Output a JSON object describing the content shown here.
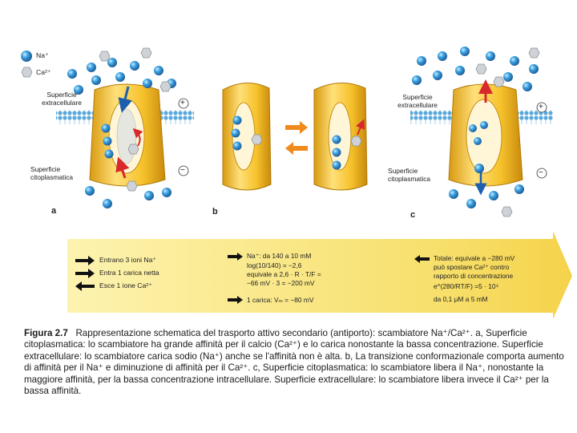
{
  "legend": {
    "na_label": "Na⁺",
    "ca_label": "Ca²⁺"
  },
  "panel_a": {
    "letter": "a",
    "top_label": "Superficie\nextracellulare",
    "bottom_label": "Superficie\ncitoplasmatica",
    "plus": "+",
    "minus": "−"
  },
  "panel_b": {
    "letter": "b"
  },
  "panel_c": {
    "letter": "c",
    "top_label": "Superficie\nextracellulare",
    "bottom_label": "Superficie\ncitoplasmatica",
    "plus": "+",
    "minus": "−"
  },
  "summary": {
    "rows": [
      "Entrano 3 ioni Na⁺",
      "Entra 1 carica netta",
      "Esce 1 ione Ca²⁺"
    ],
    "middle": [
      "Na⁺: da 140 a 10 mM",
      "log(10/140) = −2,6",
      "equivale a 2,6 · R · T/F =",
      "−66 mV · 3 = −200 mV",
      "1 carica: Vₘ = −80 mV"
    ],
    "right": [
      "Totale: equivale a   −280 mV",
      "può spostare Ca²⁺ contro",
      "rapporto di concentrazione",
      "e^(280/RT/F) =5 · 10⁴",
      "da 0,1 μM a 5 mM"
    ]
  },
  "caption": {
    "label": "Figura 2.7",
    "text": "Rappresentazione schematica del trasporto attivo secondario (antiporto): scambiatore Na⁺/Ca²⁺. a, Superficie citoplasmatica: lo scambiatore ha grande affinità per il calcio (Ca²⁺) e lo carica nonostante la bassa concentrazione. Superficie extracellulare: lo scambiatore carica sodio (Na⁺) anche se l'affinità non è alta. b, La transizione conformazionale comporta aumento di affinità per il Na⁺ e diminuzione di affinità per il Ca²⁺. c, Superficie citoplasmatica: lo scambiatore libera il Na⁺, nonostante la maggiore affinità, per la bassa concentrazione intracellulare. Superficie extracellulare: lo scambiatore libera invece il Ca²⁺ per la bassa affinità."
  },
  "colors": {
    "sodium": "#3a9ad9",
    "calcium": "#c9cdd2",
    "protein": "#f2c12e",
    "membrane": "#5aa9dc",
    "arrow_bg": "#f6e27a",
    "red_arrow": "#d8282a",
    "blue_arrow": "#1d5fae",
    "orange_arrow": "#f08a1c"
  }
}
